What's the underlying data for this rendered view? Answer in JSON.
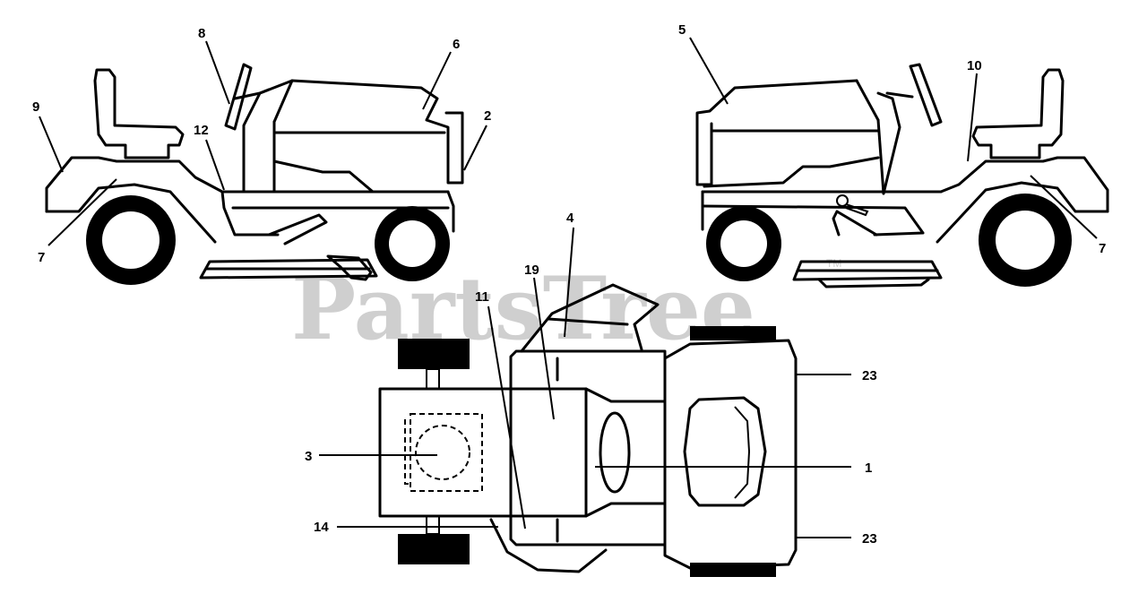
{
  "watermark": {
    "text": "PartsTree",
    "trademark": "TM"
  },
  "callouts": {
    "c1": "1",
    "c2": "2",
    "c3": "3",
    "c4": "4",
    "c5": "5",
    "c6": "6",
    "c7a": "7",
    "c7b": "7",
    "c8": "8",
    "c9": "9",
    "c10": "10",
    "c11": "11",
    "c12": "12",
    "c14": "14",
    "c19": "19",
    "c23a": "23",
    "c23b": "23"
  }
}
